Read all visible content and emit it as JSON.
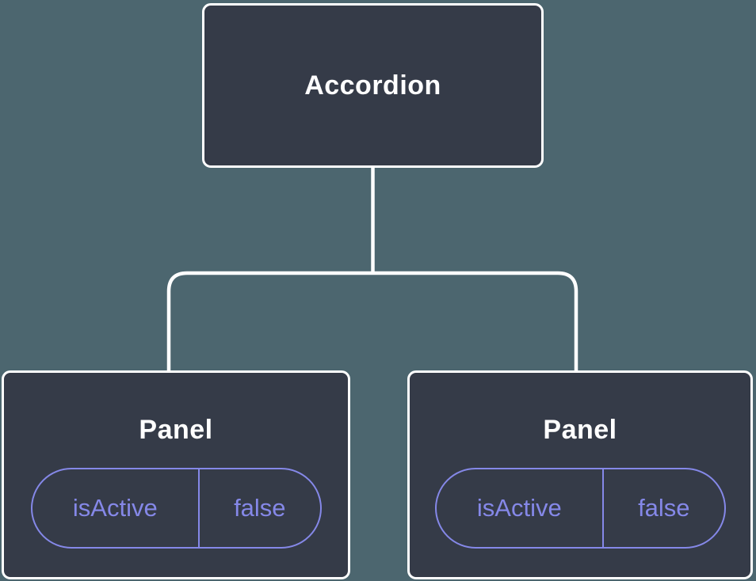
{
  "diagram": {
    "description": "Component tree diagram: Accordion parent with two Panel children each holding isActive state",
    "tree": {
      "root": {
        "label": "Accordion"
      },
      "children": [
        {
          "label": "Panel",
          "state": {
            "key": "isActive",
            "value": "false"
          }
        },
        {
          "label": "Panel",
          "state": {
            "key": "isActive",
            "value": "false"
          }
        }
      ]
    }
  },
  "colors": {
    "background": "#4c666f",
    "node_bg": "#353b48",
    "node_border": "#ffffff",
    "node_text": "#ffffff",
    "state_accent": "#8588e8"
  }
}
